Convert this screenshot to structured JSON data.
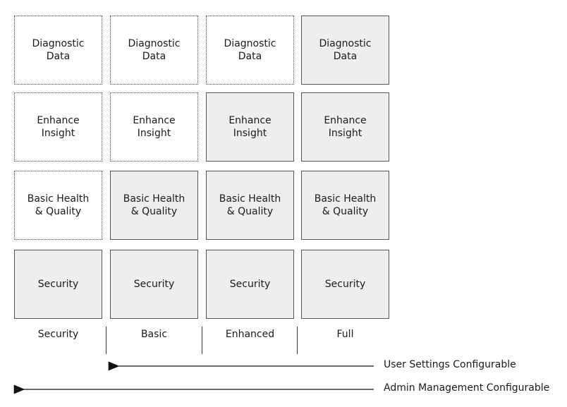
{
  "levels": [
    "Security",
    "Basic",
    "Enhanced",
    "Full"
  ],
  "rows": [
    {
      "label": "Diagnostic\nData",
      "enabled": [
        false,
        false,
        false,
        true
      ]
    },
    {
      "label": "Enhance\nInsight",
      "enabled": [
        false,
        false,
        true,
        true
      ]
    },
    {
      "label": "Basic Health\n& Quality",
      "enabled": [
        false,
        true,
        true,
        true
      ]
    },
    {
      "label": "Security",
      "enabled": [
        true,
        true,
        true,
        true
      ]
    }
  ],
  "arrows": {
    "user": "User Settings Configurable",
    "admin": "Admin Management Configurable"
  },
  "colors": {
    "enabled_fill": "#eeeeee",
    "border": "#555555"
  }
}
